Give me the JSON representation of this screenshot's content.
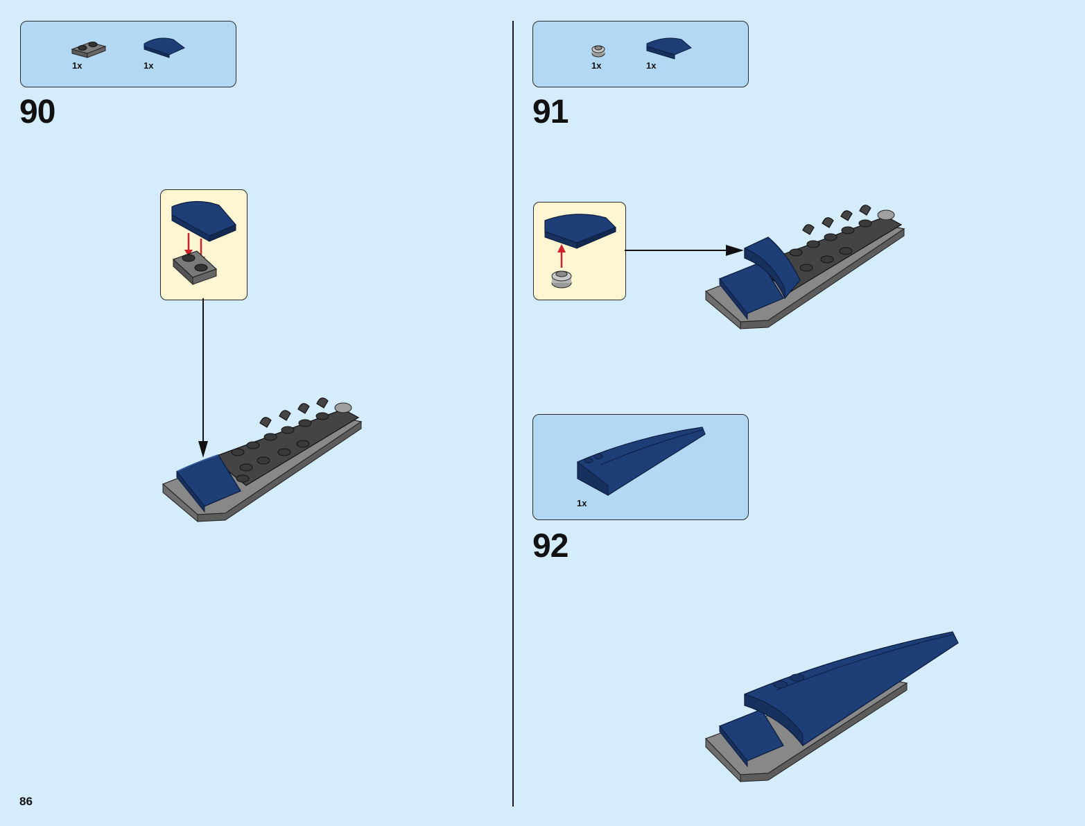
{
  "page_number": "86",
  "colors": {
    "background": "#d4ecfb",
    "parts_box": "#b2d8f3",
    "callout": "#fef6d2",
    "dark_blue": "#1e3e78",
    "dark_gray": "#454545",
    "light_gray": "#9a9a9a",
    "arrow_red": "#d0202a"
  },
  "steps": [
    {
      "number": "90",
      "parts": [
        {
          "qty": "1x",
          "icon": "gray-plate-1x2-icon"
        },
        {
          "qty": "1x",
          "icon": "blue-curved-slope-icon"
        }
      ]
    },
    {
      "number": "91",
      "parts": [
        {
          "qty": "1x",
          "icon": "round-plate-1x1-icon"
        },
        {
          "qty": "1x",
          "icon": "blue-curved-slope-icon"
        }
      ]
    },
    {
      "number": "92",
      "parts": [
        {
          "qty": "1x",
          "icon": "blue-wing-wedge-icon"
        }
      ]
    }
  ]
}
